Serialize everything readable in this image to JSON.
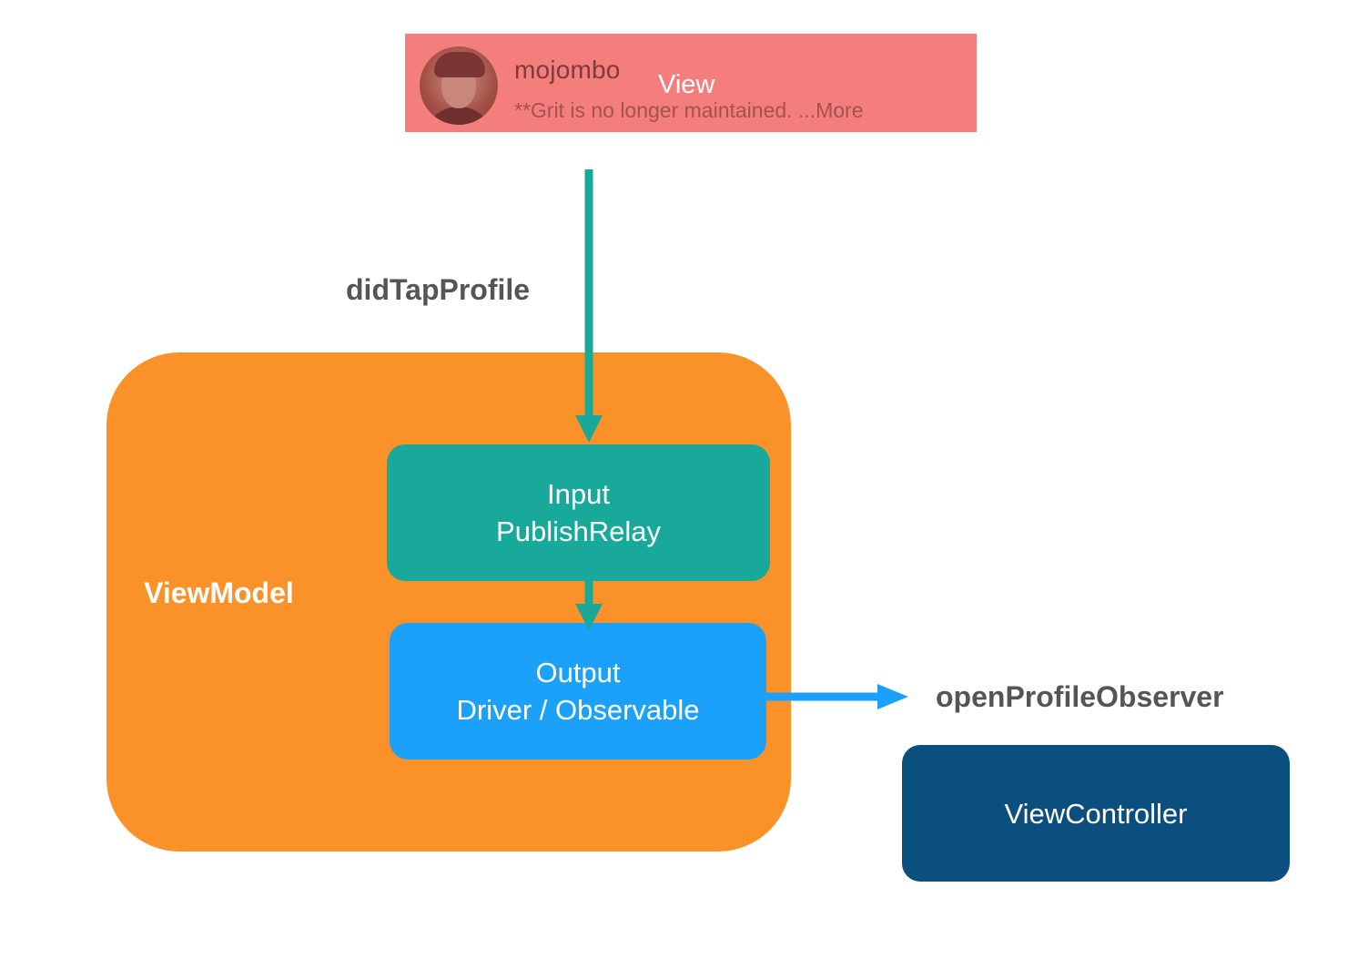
{
  "view_card": {
    "username": "mojombo",
    "label": "View",
    "bio": "**Grit is no longer maintained. ...More"
  },
  "arrows": {
    "tap_label": "didTapProfile",
    "output_label": "openProfileObserver"
  },
  "viewmodel": {
    "label": "ViewModel",
    "input": {
      "line1": "Input",
      "line2": "PublishRelay"
    },
    "output": {
      "line1": "Output",
      "line2": "Driver / Observable"
    }
  },
  "view_controller": {
    "label": "ViewController"
  },
  "colors": {
    "view_card": "#f47e7b",
    "viewmodel": "#fb9229",
    "input": "#19a99a",
    "output": "#1ca1fb",
    "view_controller": "#0a4f7e",
    "teal_arrow": "#19a99a",
    "blue_arrow": "#1ca1fb"
  },
  "icons": {
    "avatar": "profile-photo"
  }
}
